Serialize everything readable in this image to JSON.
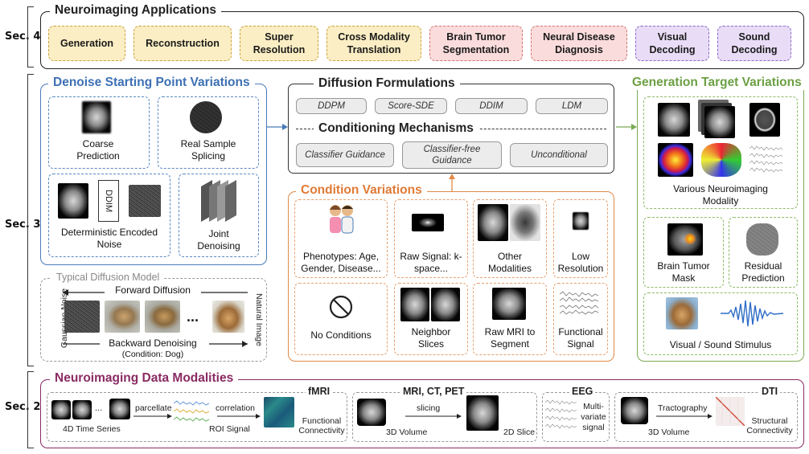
{
  "sections": {
    "sec4": "Sec. 4",
    "sec3": "Sec. 3",
    "sec2": "Sec. 2"
  },
  "colors": {
    "blue": "#4a7ab8",
    "orange": "#e08a48",
    "green": "#7aab52",
    "purple": "#8a2a62"
  },
  "applications": {
    "title": "Neuroimaging Applications",
    "items": [
      "Generation",
      "Reconstruction",
      "Super Resolution",
      "Cross Modality Translation",
      "Brain Tumor Segmentation",
      "Neural Disease Diagnosis",
      "Visual Decoding",
      "Sound Decoding"
    ]
  },
  "denoise": {
    "title": "Denoise Starting Point Variations",
    "coarse": "Coarse Prediction",
    "real_sample": "Real Sample Splicing",
    "ddim": "DDIM",
    "deterministic": "Deterministic Encoded Noise",
    "joint": "Joint Denoising"
  },
  "typical": {
    "title": "Typical Diffusion Model",
    "forward": "Forward Diffusion",
    "backward": "Backward Denoising",
    "condition": "(Condition: Dog)",
    "gaussian": "Gaussian Noise",
    "natural": "Natural Image",
    "ellipsis": "..."
  },
  "formulations": {
    "title": "Diffusion Formulations",
    "items": [
      "DDPM",
      "Score-SDE",
      "DDIM",
      "LDM"
    ]
  },
  "conditioning": {
    "title": "Conditioning Mechanisms",
    "items": [
      "Classifier Guidance",
      "Classifier-free Guidance",
      "Unconditional"
    ]
  },
  "condition_variations": {
    "title": "Condition Variations",
    "phenotypes": "Phenotypes: Age, Gender, Disease...",
    "raw_signal": "Raw Signal: k-space...",
    "other_modalities": "Other Modalities",
    "low_resolution": "Low Resolution",
    "no_conditions": "No Conditions",
    "neighbor": "Neighbor Slices",
    "raw_mri": "Raw MRI to Segment",
    "functional": "Functional Signal"
  },
  "generation_target": {
    "title": "Generation Target Variations",
    "various": "Various Neuroimaging Modality",
    "tumor_mask": "Brain Tumor Mask",
    "residual": "Residual Prediction",
    "stimulus": "Visual / Sound Stimulus"
  },
  "data_modalities": {
    "title": "Neuroimaging Data Modalities",
    "fmri": "fMRI",
    "time_series": "4D Time Series",
    "parcellate": "parcellate",
    "roi": "ROI Signal",
    "correlation": "correlation",
    "functional_connectivity": "Functional Connectivity",
    "mri_ct_pet": "MRI, CT, PET",
    "slicing": "slicing",
    "volume": "3D Volume",
    "slice2d": "2D Slice",
    "eeg": "EEG",
    "multivariate": "Multi-variate signal",
    "dti": "DTI",
    "tractography": "Tractography",
    "structural": "Structural Connectivity",
    "ellipsis": "..."
  }
}
